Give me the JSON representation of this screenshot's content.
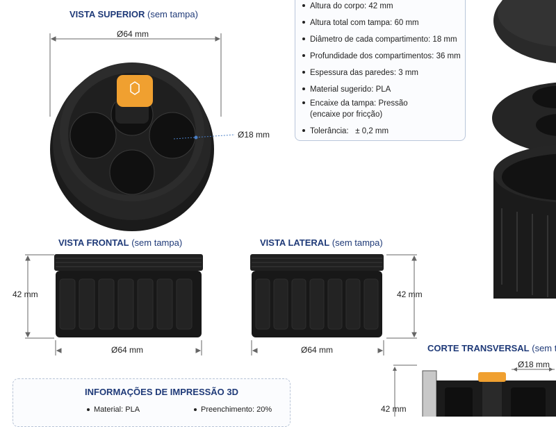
{
  "top_view": {
    "title": "VISTA SUPERIOR",
    "subtitle": "(sem tampa)",
    "diameter": "Ø64 mm",
    "compartment_diameter": "Ø18 mm"
  },
  "front_view": {
    "title": "VISTA FRONTAL",
    "subtitle": "(sem tampa)",
    "height": "42 mm",
    "width": "Ø64 mm"
  },
  "side_view": {
    "title": "VISTA LATERAL",
    "subtitle": "(sem tampa)",
    "height": "42 mm",
    "width": "Ø64 mm"
  },
  "section_view": {
    "title": "CORTE TRANSVERSAL",
    "subtitle": "(sem ta",
    "diameter": "Ø18 mm",
    "height": "42 mm"
  },
  "specs": [
    {
      "label": "Altura do corpo:",
      "value": "42 mm"
    },
    {
      "label": "Altura total com tampa:",
      "value": "60 mm"
    },
    {
      "label": "Diâmetro de cada compartimento:",
      "value": "18 mm"
    },
    {
      "label": "Profundidade dos compartimentos:",
      "value": "36 mm"
    },
    {
      "label": "Espessura das paredes:",
      "value": "3 mm"
    },
    {
      "label": "Material sugerido:",
      "value": "PLA"
    },
    {
      "label": "Encaixe da tampa:",
      "value": "Pressão",
      "note": "(encaixe por fricção)"
    },
    {
      "label": "Tolerância:",
      "value": "± 0,2 mm"
    }
  ],
  "print_info": {
    "title": "INFORMAÇÕES DE IMPRESSÃO 3D",
    "material": "Material: PLA",
    "infill": "Preenchimento: 20%"
  },
  "colors": {
    "title_blue": "#1f3a78",
    "body_black": "#151515",
    "accent_orange": "#f0a030",
    "dim_line": "#666666"
  }
}
